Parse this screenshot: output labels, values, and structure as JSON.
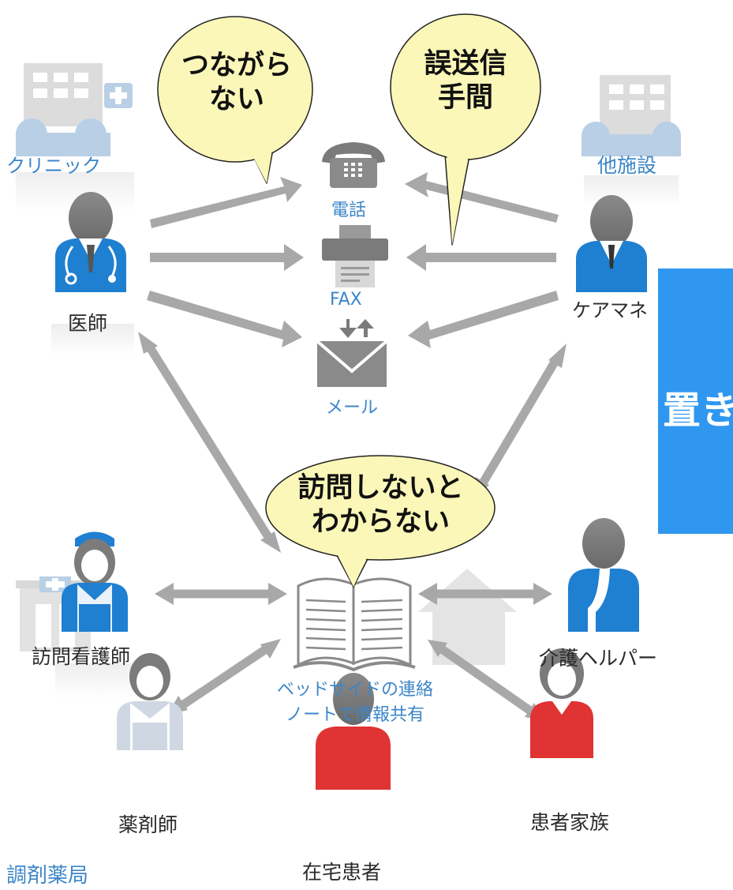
{
  "bubbles": {
    "top_left": [
      "つながら",
      "ない"
    ],
    "top_right": [
      "誤送信",
      "手間"
    ],
    "center": [
      "訪問しないと",
      "わからない"
    ]
  },
  "places": {
    "clinic": "クリニック",
    "other_facility": "他施設",
    "pharmacy": "調剤薬局"
  },
  "roles": {
    "doctor": "医師",
    "care_manager": "ケアマネ",
    "visiting_nurse": "訪問看護師",
    "care_helper": "介護ヘルパー",
    "pharmacist": "薬剤師",
    "home_patient": "在宅患者",
    "patient_family": "患者家族"
  },
  "channels": {
    "phone": "電話",
    "fax": "FAX",
    "mail": "メール"
  },
  "notebook": [
    "ベッドサイドの連絡",
    "ノートで情報共有"
  ],
  "panel_text": "置き",
  "colors": {
    "staff_blue": "#1f7fd0",
    "family_red": "#e03333",
    "arrow_gray": "#a8a8a8",
    "bubble_fill": "#fbf7b8",
    "panel_blue": "#2f97f0",
    "label_blue": "#3c86c8"
  }
}
